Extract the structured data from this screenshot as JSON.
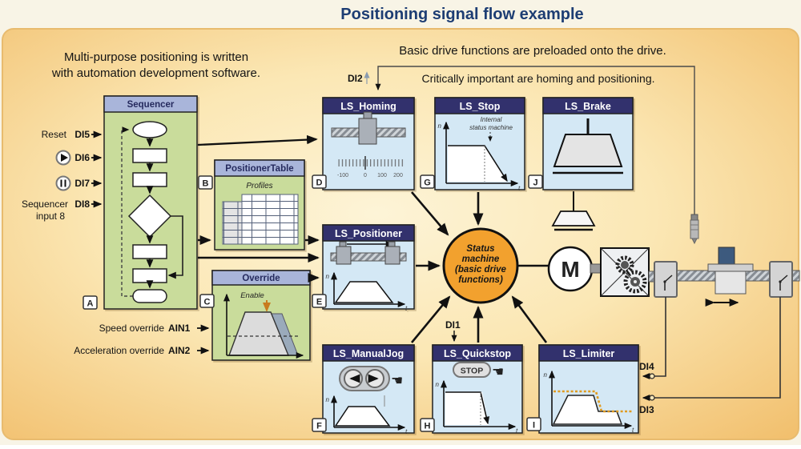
{
  "title": "Positioning signal flow example",
  "notes": {
    "left1": "Multi-purpose positioning is written",
    "left2": "with automation development software.",
    "right": "Basic drive functions are preloaded onto the drive.",
    "critical": "Critically important are homing and positioning."
  },
  "inputs": {
    "reset_label": "Reset",
    "reset_pin": "DI5",
    "start_pin": "DI6",
    "pause_pin": "DI7",
    "seq_label1": "Sequencer",
    "seq_label2": "input 8",
    "seq_pin": "DI8",
    "speed_label": "Speed override",
    "speed_pin": "AIN1",
    "accel_label": "Acceleration override",
    "accel_pin": "AIN2",
    "di1": "DI1",
    "di2": "DI2",
    "di3": "DI3",
    "di4": "DI4"
  },
  "blocks": {
    "sequencer": {
      "title": "Sequencer",
      "badge": "A"
    },
    "table": {
      "title": "PositionerTable",
      "label": "Profiles",
      "badge": "B"
    },
    "override": {
      "title": "Override",
      "label": "Enable",
      "badge": "C"
    },
    "homing": {
      "title": "LS_Homing",
      "badge": "D",
      "scale": [
        "-100",
        "0",
        "100",
        "200"
      ]
    },
    "stop": {
      "title": "LS_Stop",
      "badge": "G",
      "note1": "Internal",
      "note2": "status machine"
    },
    "brake": {
      "title": "LS_Brake",
      "badge": "J"
    },
    "positioner": {
      "title": "LS_Positioner",
      "badge": "E"
    },
    "manualjog": {
      "title": "LS_ManualJog",
      "badge": "F"
    },
    "quickstop": {
      "title": "LS_Quickstop",
      "badge": "H",
      "button": "STOP"
    },
    "limiter": {
      "title": "LS_Limiter",
      "badge": "I"
    }
  },
  "status_machine": {
    "line1": "Status",
    "line2": "machine",
    "line3": "(basic drive",
    "line4": "functions)"
  },
  "motor_label": "M",
  "axes": {
    "n": "n",
    "t": "t"
  },
  "icons": {
    "hand": "☚"
  },
  "colors": {
    "panel_orange": "#f1bd69",
    "panel_light": "#fdf4d7",
    "header_navy": "#32316d",
    "header_periwinkle": "#a9b5da",
    "body_green": "#c9dc9b",
    "body_blue": "#d4e8f5",
    "status_orange": "#f2a12e",
    "title_navy": "#1d3d73",
    "limit_orange": "#e09b20"
  }
}
